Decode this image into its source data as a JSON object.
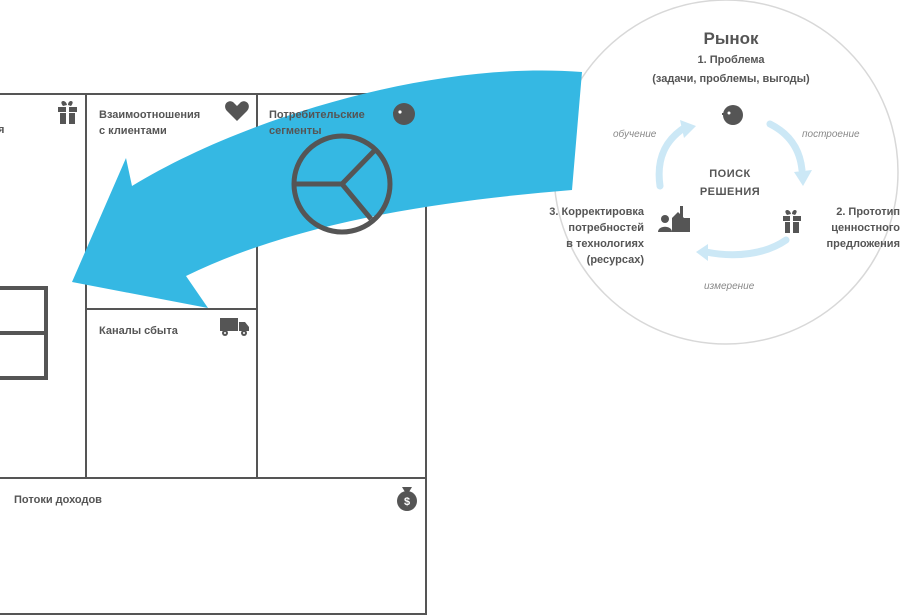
{
  "canvas_cells": {
    "partial_label": "я",
    "relationships": "Взаимоотношения\nс клиентами",
    "segments": "Потребительские\nсегменты",
    "channels": "Каналы сбыта",
    "revenue": "Потоки доходов"
  },
  "circle": {
    "title": "Рынок",
    "step1_line1": "1. Проблема",
    "step1_line2": "(задачи, проблемы, выгоды)",
    "center_line1": "ПОИСК",
    "center_line2": "РЕШЕНИЯ",
    "step2": "2. Прототип\nценностного\nпредложения",
    "step3": "3. Корректировка\nпотребностей\nв технологиях\n(ресурсах)",
    "arrow_learning": "обучение",
    "arrow_building": "построение",
    "arrow_measuring": "измерение"
  },
  "icons": {
    "canvas_gift": "gift-icon",
    "canvas_heart": "heart-icon",
    "canvas_face": "face-icon",
    "canvas_truck": "truck-icon",
    "canvas_money": "money-bag-icon",
    "segments_pie": "pie-chart-icon",
    "circle_face": "face-icon",
    "circle_gift": "gift-icon",
    "circle_resources": "worker-factory-icon"
  },
  "colors": {
    "big_arrow": "#35b8e3",
    "cycle_arrow": "#cce8f6",
    "grid_line": "#555555",
    "circle_border": "#d8d8d8"
  }
}
